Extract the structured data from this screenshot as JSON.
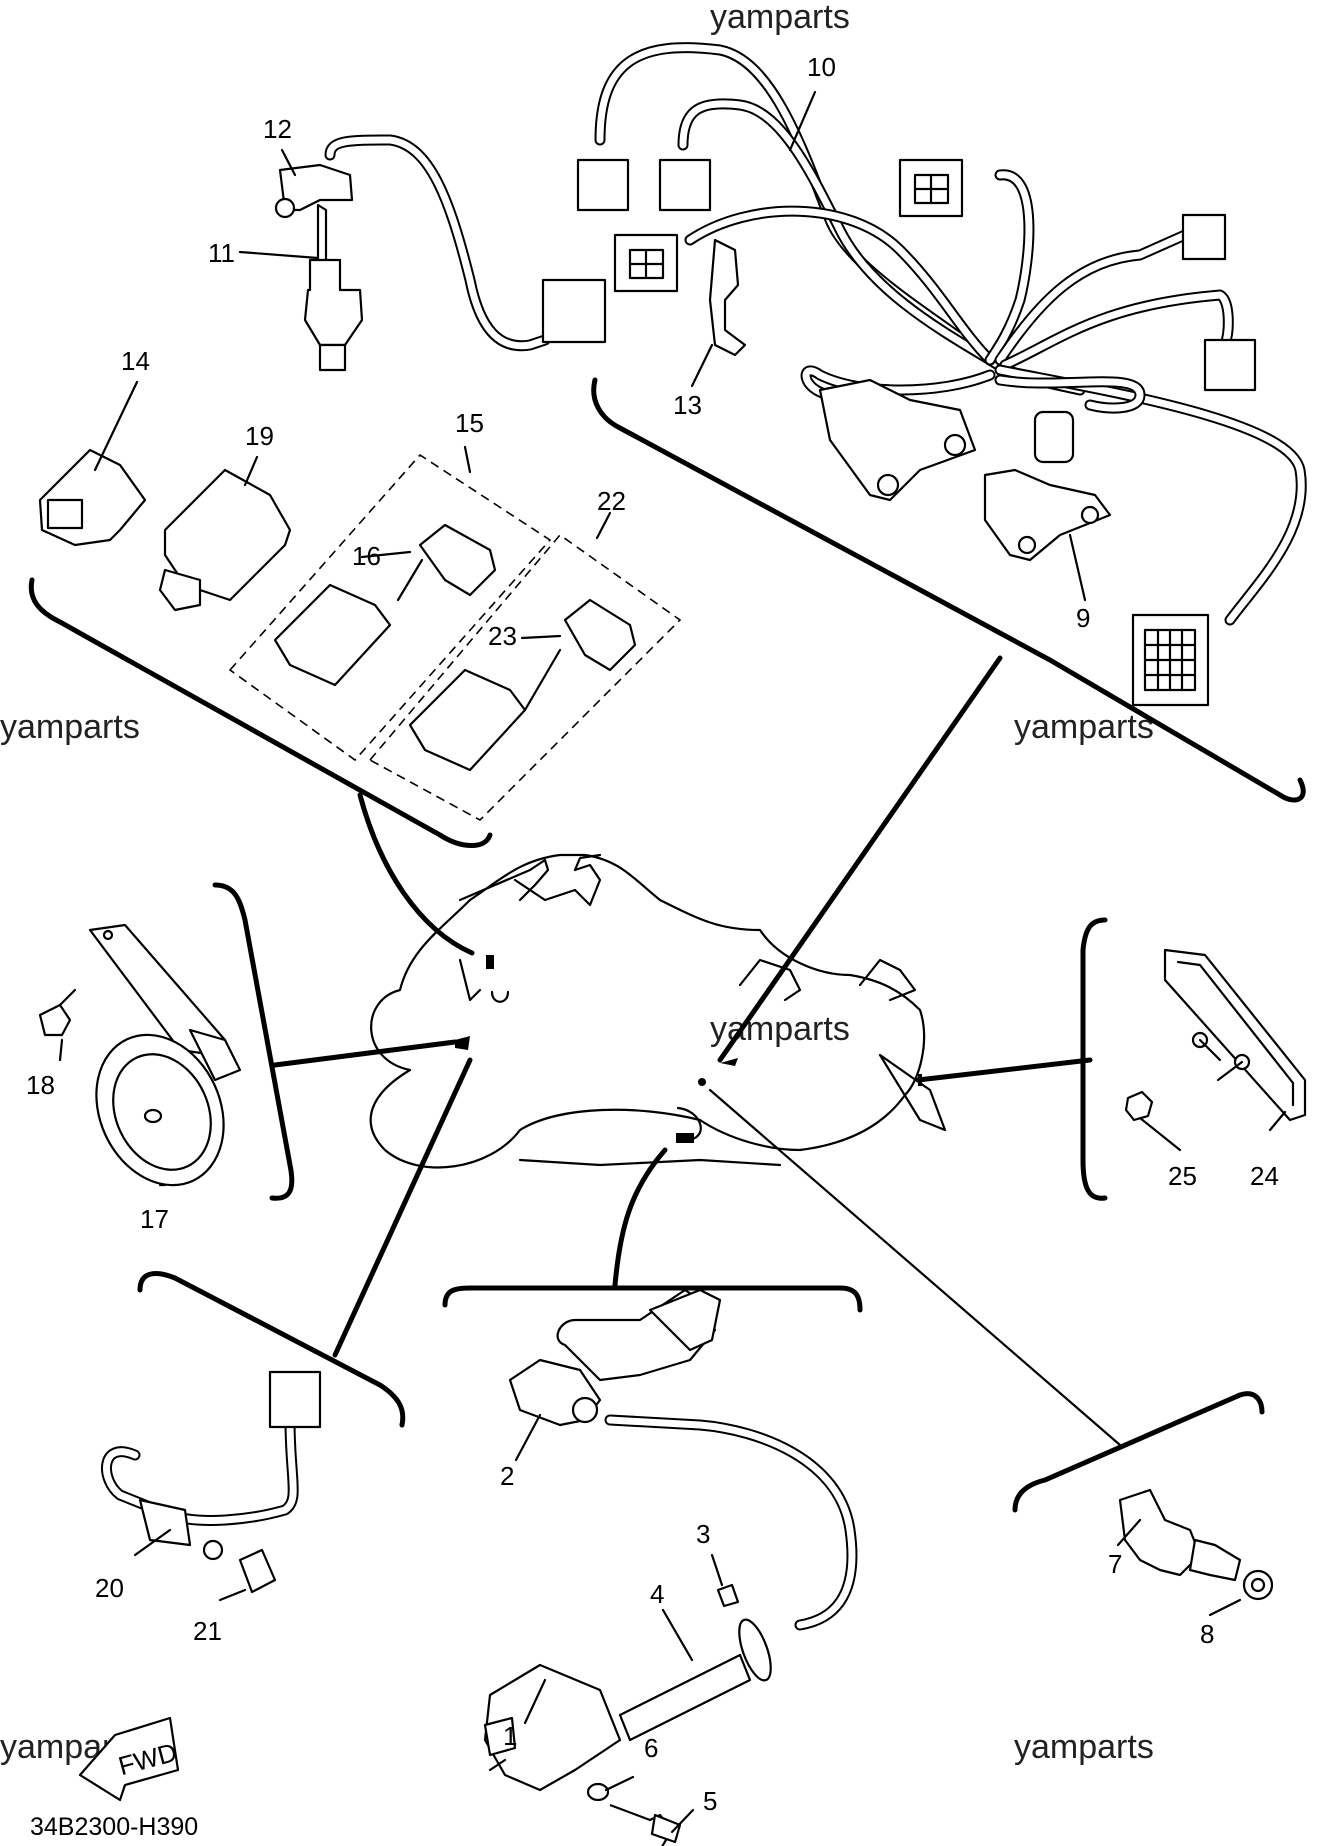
{
  "diagram_code": "34B2300-H390",
  "watermark": "yamparts",
  "fwd_label": "FWD",
  "callouts": [
    "1",
    "2",
    "3",
    "4",
    "5",
    "6",
    "7",
    "8",
    "9",
    "10",
    "11",
    "12",
    "13",
    "14",
    "15",
    "16",
    "17",
    "18",
    "19",
    "20",
    "21",
    "22",
    "23",
    "24",
    "25"
  ]
}
